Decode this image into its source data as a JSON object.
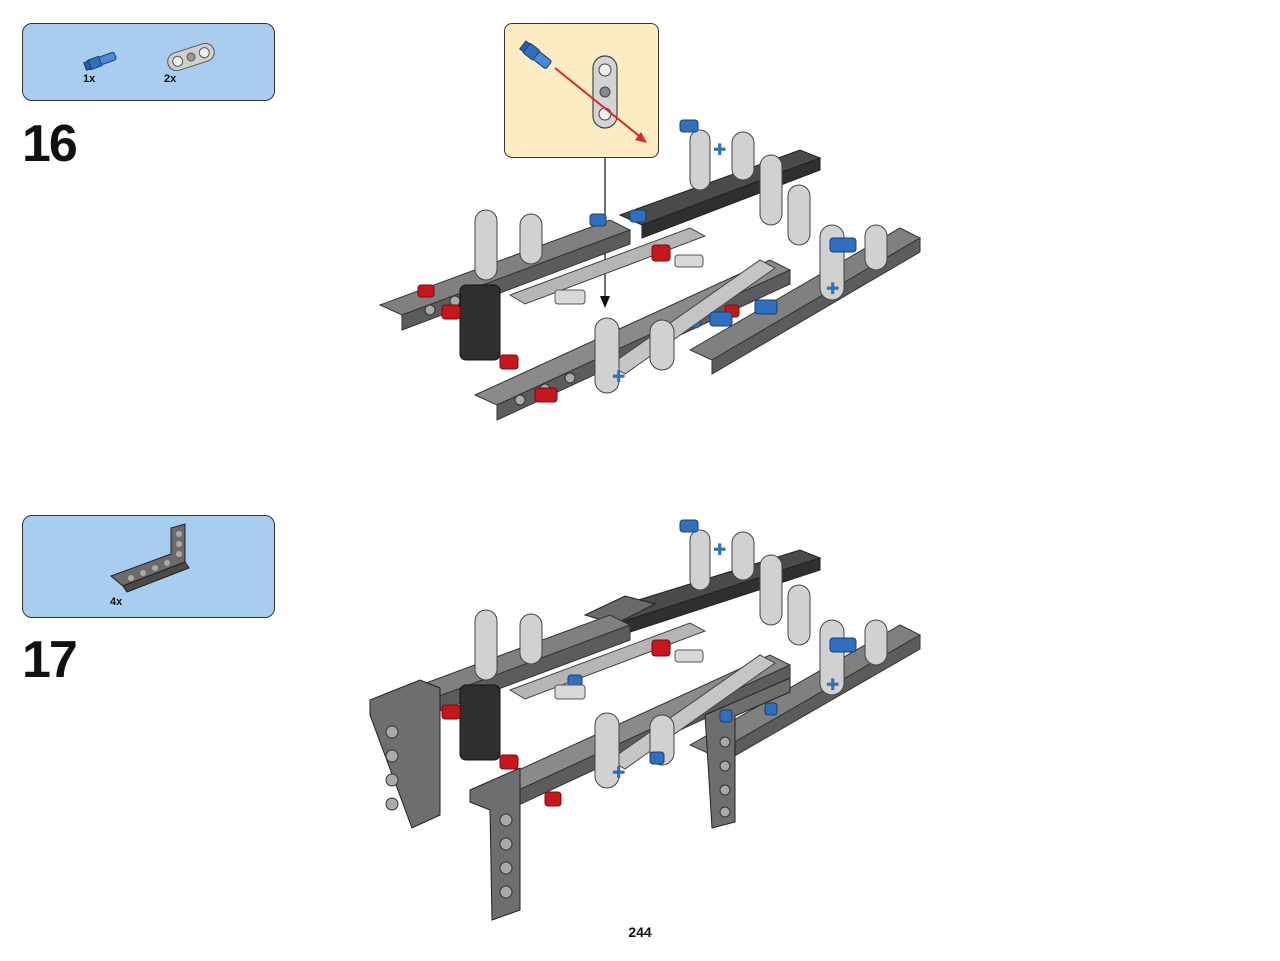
{
  "steps": [
    {
      "number": "16",
      "parts": [
        {
          "icon": "blue-axle-pin-icon",
          "qty": "1x"
        },
        {
          "icon": "gray-double-beam-icon",
          "qty": "2x"
        }
      ]
    },
    {
      "number": "17",
      "parts": [
        {
          "icon": "l-shaped-beam-icon",
          "qty": "4x"
        }
      ]
    }
  ],
  "page_number": "244",
  "colors": {
    "parts_box_bg": "#a9cdee",
    "callout_bg": "#fcecc4",
    "dark_gray": "#5c5c5c",
    "light_gray": "#c9c9c9",
    "blue": "#2f6fbd",
    "red": "#c8161d",
    "arrow_red": "#d42a2a"
  }
}
